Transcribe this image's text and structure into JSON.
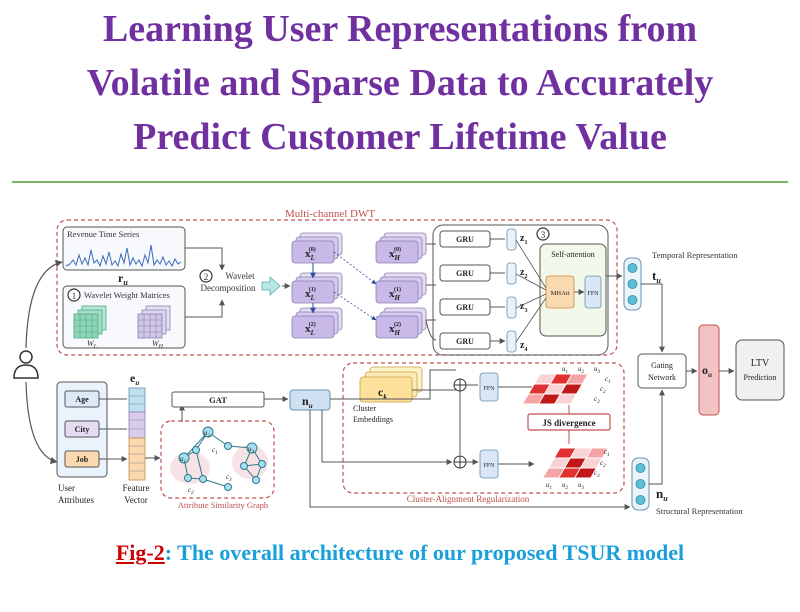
{
  "title_lines": [
    "Learning User Representations from",
    "Volatile and Sparse Data to Accurately",
    "Predict Customer Lifetime Value"
  ],
  "caption": {
    "label": "Fig-2",
    "text": ": The overall architecture of our proposed TSUR model"
  },
  "colors": {
    "title": "#7030a0",
    "rule": "#79b66a",
    "caption_label": "#d00000",
    "caption_text": "#1aa0d8",
    "dashed_boxes": "#c0504d",
    "arrows": "#555555",
    "heatmap": "#e03030",
    "wavelet": "#8fd4b4",
    "signal": "#3a6cc0"
  },
  "diagram": {
    "multi_channel_dwt": "Multi-channel DWT",
    "revenue_series": "Revenue Time Series",
    "r_u": "r",
    "r_u_sub": "u",
    "wavelet_weights": "Wavelet Weight Matrices",
    "w_l": "W",
    "w_l_sub": "L",
    "w_h": "W",
    "w_h_sub": "H",
    "decomposition": [
      "Wavelet",
      "Decomposition"
    ],
    "step1": "1",
    "step2": "2",
    "step3": "3",
    "xl0": "x",
    "xl0_sub": "L",
    "xl0_sup": "(0)",
    "xh0": "x",
    "xh0_sub": "H",
    "xh0_sup": "(0)",
    "xl1": "x",
    "xl1_sub": "L",
    "xl1_sup": "(1)",
    "xh1": "x",
    "xh1_sub": "H",
    "xh1_sup": "(1)",
    "xl2": "x",
    "xl2_sub": "L",
    "xl2_sup": "(2)",
    "xh2": "x",
    "xh2_sub": "H",
    "xh2_sup": "(2)",
    "gru_labels": [
      "GRU",
      "GRU",
      "GRU",
      "GRU"
    ],
    "z_labels": [
      "z",
      "z",
      "z",
      "z"
    ],
    "z_subs": [
      "1",
      "2",
      "3",
      "4"
    ],
    "self_attention": "Self-attention",
    "mhatt": "MHAtt",
    "ffn": "FFN",
    "temporal_rep": "Temporal Representation",
    "t_u": "t",
    "t_u_sub": "u",
    "gating": [
      "Gating",
      "Network"
    ],
    "o_u": "o",
    "o_u_sub": "u",
    "ltv": "LTV",
    "ltv_pred": "Prediction",
    "attributes": [
      "Age",
      "City",
      "Job"
    ],
    "user_attributes": [
      "User",
      "Attributes"
    ],
    "e_u": "e",
    "e_u_sub": "u",
    "feature_vector": [
      "Feature",
      "Vector"
    ],
    "gat": "GAT",
    "n_u": "n",
    "n_u_sub": "u",
    "attr_graph": "Attribute Similarity Graph",
    "graph_nodes": {
      "u2": "u",
      "u2_sub": "2",
      "u1": "u",
      "u1_sub": "1",
      "u3": "u",
      "u3_sub": "3",
      "c1": "c",
      "c1_sub": "1",
      "c2": "c",
      "c2_sub": "2",
      "c3": "c",
      "c3_sub": "3"
    },
    "c_k": "c",
    "c_k_sub": "k",
    "cluster_embeddings": [
      "Cluster",
      "Embeddings"
    ],
    "cluster_ffn_top": "FFN",
    "cluster_ffn_bottom": "FFN",
    "js_divergence": "JS divergence",
    "heat_cols": [
      "u",
      "u",
      "u"
    ],
    "heat_col_subs": [
      "1",
      "2",
      "3"
    ],
    "heat_rows": [
      "c",
      "c",
      "c"
    ],
    "heat_row_subs": [
      "1",
      "2",
      "3"
    ],
    "cluster_alignment": "Cluster-Alignment Regularization",
    "structural_rep": "Structural Representation",
    "n_u2": "n",
    "n_u2_sub": "u"
  }
}
